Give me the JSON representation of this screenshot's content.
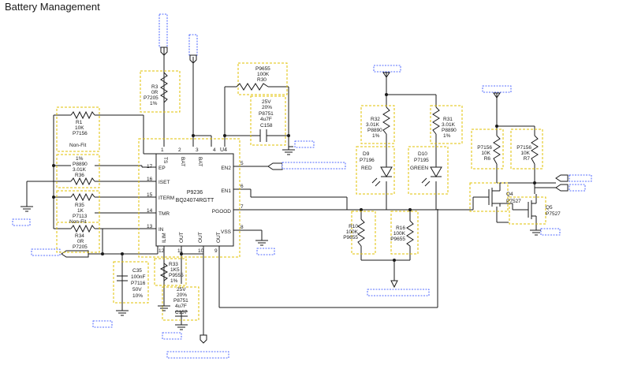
{
  "title": "Battery Management",
  "ic": {
    "ref": "U4",
    "part": "P9236",
    "value": "BQ24074RGTT",
    "pins_left": [
      {
        "num": "17",
        "name": "EP"
      },
      {
        "num": "16",
        "name": "ISET"
      },
      {
        "num": "15",
        "name": "ITERM"
      },
      {
        "num": "14",
        "name": "TMR"
      },
      {
        "num": "13",
        "name": "IN"
      }
    ],
    "pins_top": [
      {
        "num": "1",
        "name": "TS"
      },
      {
        "num": "2",
        "name": "BAT"
      },
      {
        "num": "3",
        "name": "BAT"
      },
      {
        "num": "4",
        "name": ""
      }
    ],
    "pins_right": [
      {
        "num": "5",
        "name": "EN2"
      },
      {
        "num": "6",
        "name": "EN1"
      },
      {
        "num": "7",
        "name": "PGOOD"
      },
      {
        "num": "8",
        "name": "VSS"
      }
    ],
    "pins_bottom": [
      {
        "num": "12",
        "name": "ILIM"
      },
      {
        "num": "11",
        "name": "OUT"
      },
      {
        "num": "10",
        "name": "OUT"
      },
      {
        "num": "9",
        "name": "OUT"
      }
    ]
  },
  "components": {
    "r3": [
      "R3",
      "0R",
      "P7205",
      "1%"
    ],
    "r30": [
      "P9655",
      "100K",
      "R30"
    ],
    "c158": [
      "25V",
      "20%",
      "P8751",
      "4u7F",
      "C158"
    ],
    "r1": [
      "R1",
      "10K",
      "P7156",
      "Non-Fit"
    ],
    "r36": [
      "1%",
      "P8890",
      "3.01K",
      "R36"
    ],
    "r35": [
      "R35",
      "1K",
      "P7113",
      "Non-Fit"
    ],
    "r34": [
      "R34",
      "0R",
      "P7205"
    ],
    "c35": [
      "C35",
      "100nF",
      "P7116",
      "50V",
      "10%"
    ],
    "r33": [
      "R33",
      "1K5",
      "P9555",
      "1%"
    ],
    "c157": [
      "25V",
      "20%",
      "P8751",
      "4u7F",
      "C157"
    ],
    "r32": [
      "R32",
      "3.01K",
      "P8890",
      "1%"
    ],
    "r31": [
      "R31",
      "3.01K",
      "P8890",
      "1%"
    ],
    "d9": [
      "D9",
      "P7196",
      "RED"
    ],
    "d10": [
      "D10",
      "P7195",
      "GREEN"
    ],
    "r10": [
      "R10",
      "100K",
      "P9655"
    ],
    "r16": [
      "R16",
      "100K",
      "P9655"
    ],
    "r6": [
      "P7156",
      "10K",
      "R6"
    ],
    "r7": [
      "P7156",
      "10K",
      "R7"
    ],
    "q4": [
      "Q4",
      "P7527"
    ],
    "q5": [
      "Q5",
      "P7527"
    ]
  }
}
